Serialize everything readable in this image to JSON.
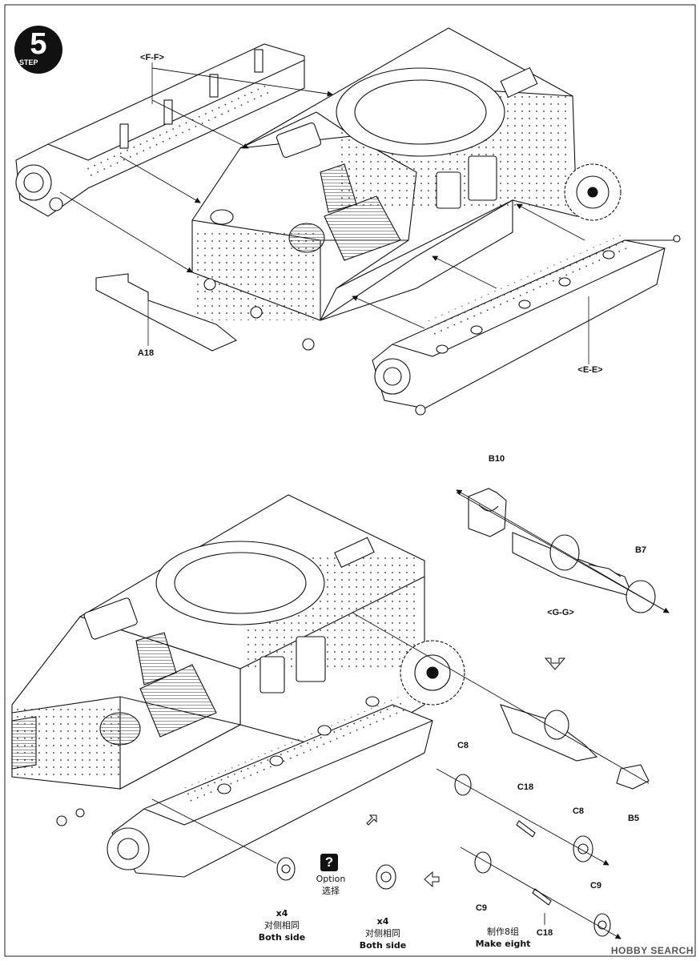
{
  "step": {
    "number": "5",
    "word": "STEP"
  },
  "top_labels": {
    "ff": "<F-F>",
    "a18": "A18",
    "ee": "<E-E>"
  },
  "bottom_labels": {
    "b10": "B10",
    "b7": "B7",
    "gg": "<G-G>",
    "b5": "B5",
    "c8_a": "C8",
    "c18_a": "C18",
    "c8_b": "C8",
    "c9_a": "C9",
    "c9_b": "C9",
    "c18_b": "C18"
  },
  "captions": {
    "left_qty": "x4",
    "left_cn": "对侧相同",
    "left_en": "Both side",
    "right_qty": "x4",
    "right_cn": "对侧相同",
    "right_en": "Both side",
    "make_cn": "制作8组",
    "make_en": "Make eight",
    "option_mark": "?",
    "option_en": "Option",
    "option_cn": "选择"
  },
  "brand": "HOBBY SEARCH"
}
